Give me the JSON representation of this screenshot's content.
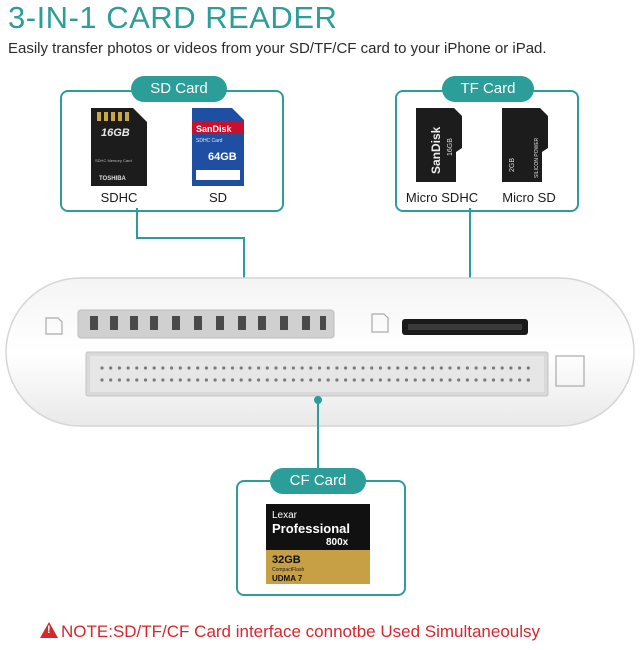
{
  "header": {
    "title": "3-IN-1 CARD READER",
    "subtitle": "Easily transfer photos or videos from your SD/TF/CF card to your iPhone or iPad."
  },
  "sd_group": {
    "label": "SD Card",
    "cards": [
      {
        "caption": "SDHC",
        "capacity": "16GB",
        "text": "SDHC Memory Card",
        "brand": "TOSHIBA"
      },
      {
        "caption": "SD",
        "brand": "SanDisk",
        "text": "SDHC Card",
        "capacity": "64GB"
      }
    ]
  },
  "tf_group": {
    "label": "TF Card",
    "cards": [
      {
        "caption": "Micro SDHC",
        "brand": "SanDisk",
        "capacity": "16GB"
      },
      {
        "caption": "Micro SD",
        "capacity": "2GB",
        "brand": "SILICON POWER"
      }
    ]
  },
  "cf_group": {
    "label": "CF Card",
    "card": {
      "brand": "Lexar",
      "line": "Professional",
      "speed": "800x",
      "capacity": "32GB",
      "type": "CompactFlash",
      "udma": "UDMA 7"
    }
  },
  "note": {
    "text": "NOTE:SD/TF/CF Card interface connotbe Used Simultaneoulsy"
  },
  "colors": {
    "accent": "#2b9e9a",
    "warning": "#d9262d"
  }
}
